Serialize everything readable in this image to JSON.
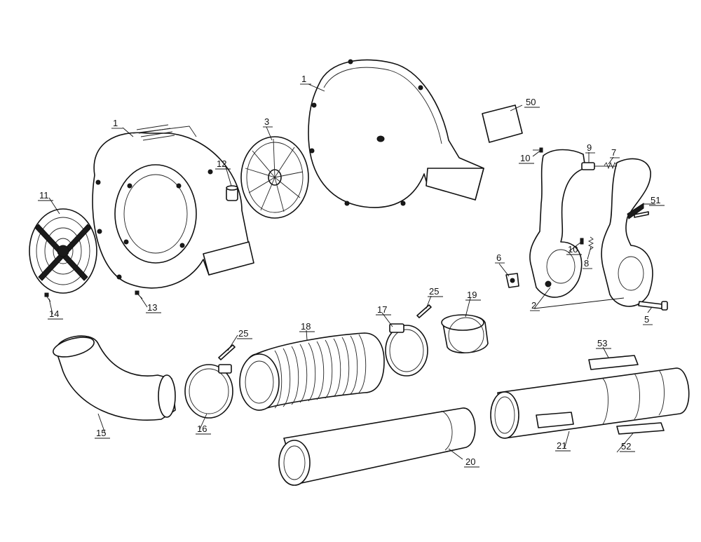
{
  "diagram": {
    "type": "exploded-parts-diagram",
    "line_color": "#111111",
    "background": "#ffffff",
    "callouts": [
      {
        "id": "c1a",
        "label": "1"
      },
      {
        "id": "c1b",
        "label": "1"
      },
      {
        "id": "c2",
        "label": "2"
      },
      {
        "id": "c3",
        "label": "3"
      },
      {
        "id": "c5",
        "label": "5"
      },
      {
        "id": "c6",
        "label": "6"
      },
      {
        "id": "c7",
        "label": "7"
      },
      {
        "id": "c8",
        "label": "8"
      },
      {
        "id": "c9",
        "label": "9"
      },
      {
        "id": "c10a",
        "label": "10"
      },
      {
        "id": "c10b",
        "label": "10"
      },
      {
        "id": "c11",
        "label": "11"
      },
      {
        "id": "c12",
        "label": "12"
      },
      {
        "id": "c13",
        "label": "13"
      },
      {
        "id": "c14",
        "label": "14"
      },
      {
        "id": "c15",
        "label": "15"
      },
      {
        "id": "c16",
        "label": "16"
      },
      {
        "id": "c17",
        "label": "17"
      },
      {
        "id": "c18",
        "label": "18"
      },
      {
        "id": "c19",
        "label": "19"
      },
      {
        "id": "c20",
        "label": "20"
      },
      {
        "id": "c21",
        "label": "21"
      },
      {
        "id": "c25a",
        "label": "25"
      },
      {
        "id": "c25b",
        "label": "25"
      },
      {
        "id": "c50",
        "label": "50"
      },
      {
        "id": "c51",
        "label": "51"
      },
      {
        "id": "c52",
        "label": "52"
      },
      {
        "id": "c53",
        "label": "53"
      }
    ]
  }
}
